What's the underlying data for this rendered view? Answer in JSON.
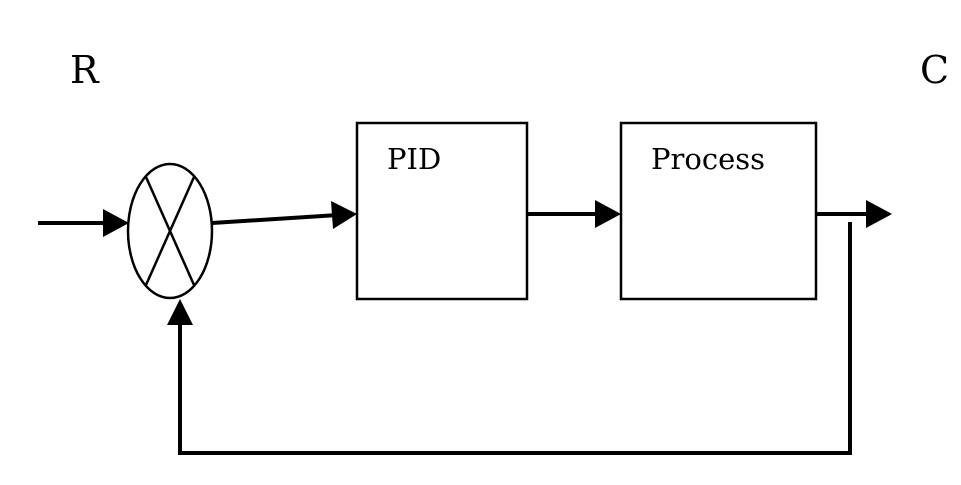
{
  "input_label": "R",
  "output_label": "C",
  "blocks": [
    {
      "label": "PID"
    },
    {
      "label": "Process"
    }
  ],
  "colors": {
    "stroke": "#000000",
    "background": "#ffffff"
  }
}
